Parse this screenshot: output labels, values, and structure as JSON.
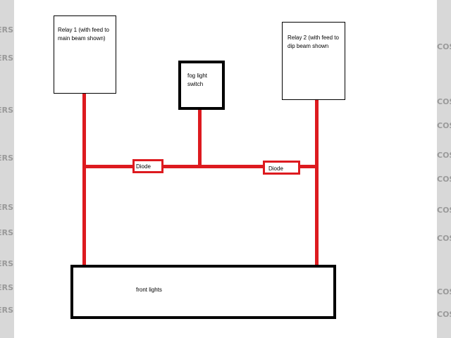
{
  "labels": {
    "relay1": "Relay 1 (with feed to\nmain beam shown)",
    "relay2": "Relay 2 (with feed to\ndip beam shown",
    "fog_switch": "fog light\nswitch",
    "diode_left": "Diode",
    "diode_right": "Diode",
    "front_lights": "front lights"
  },
  "watermark": {
    "left_text": "DERS.",
    "right_text": "COST"
  },
  "colors": {
    "wire": "#dd1a1f",
    "outline": "#000000",
    "strip_background": "#d8d8d8",
    "watermark": "#9a9a9a"
  }
}
